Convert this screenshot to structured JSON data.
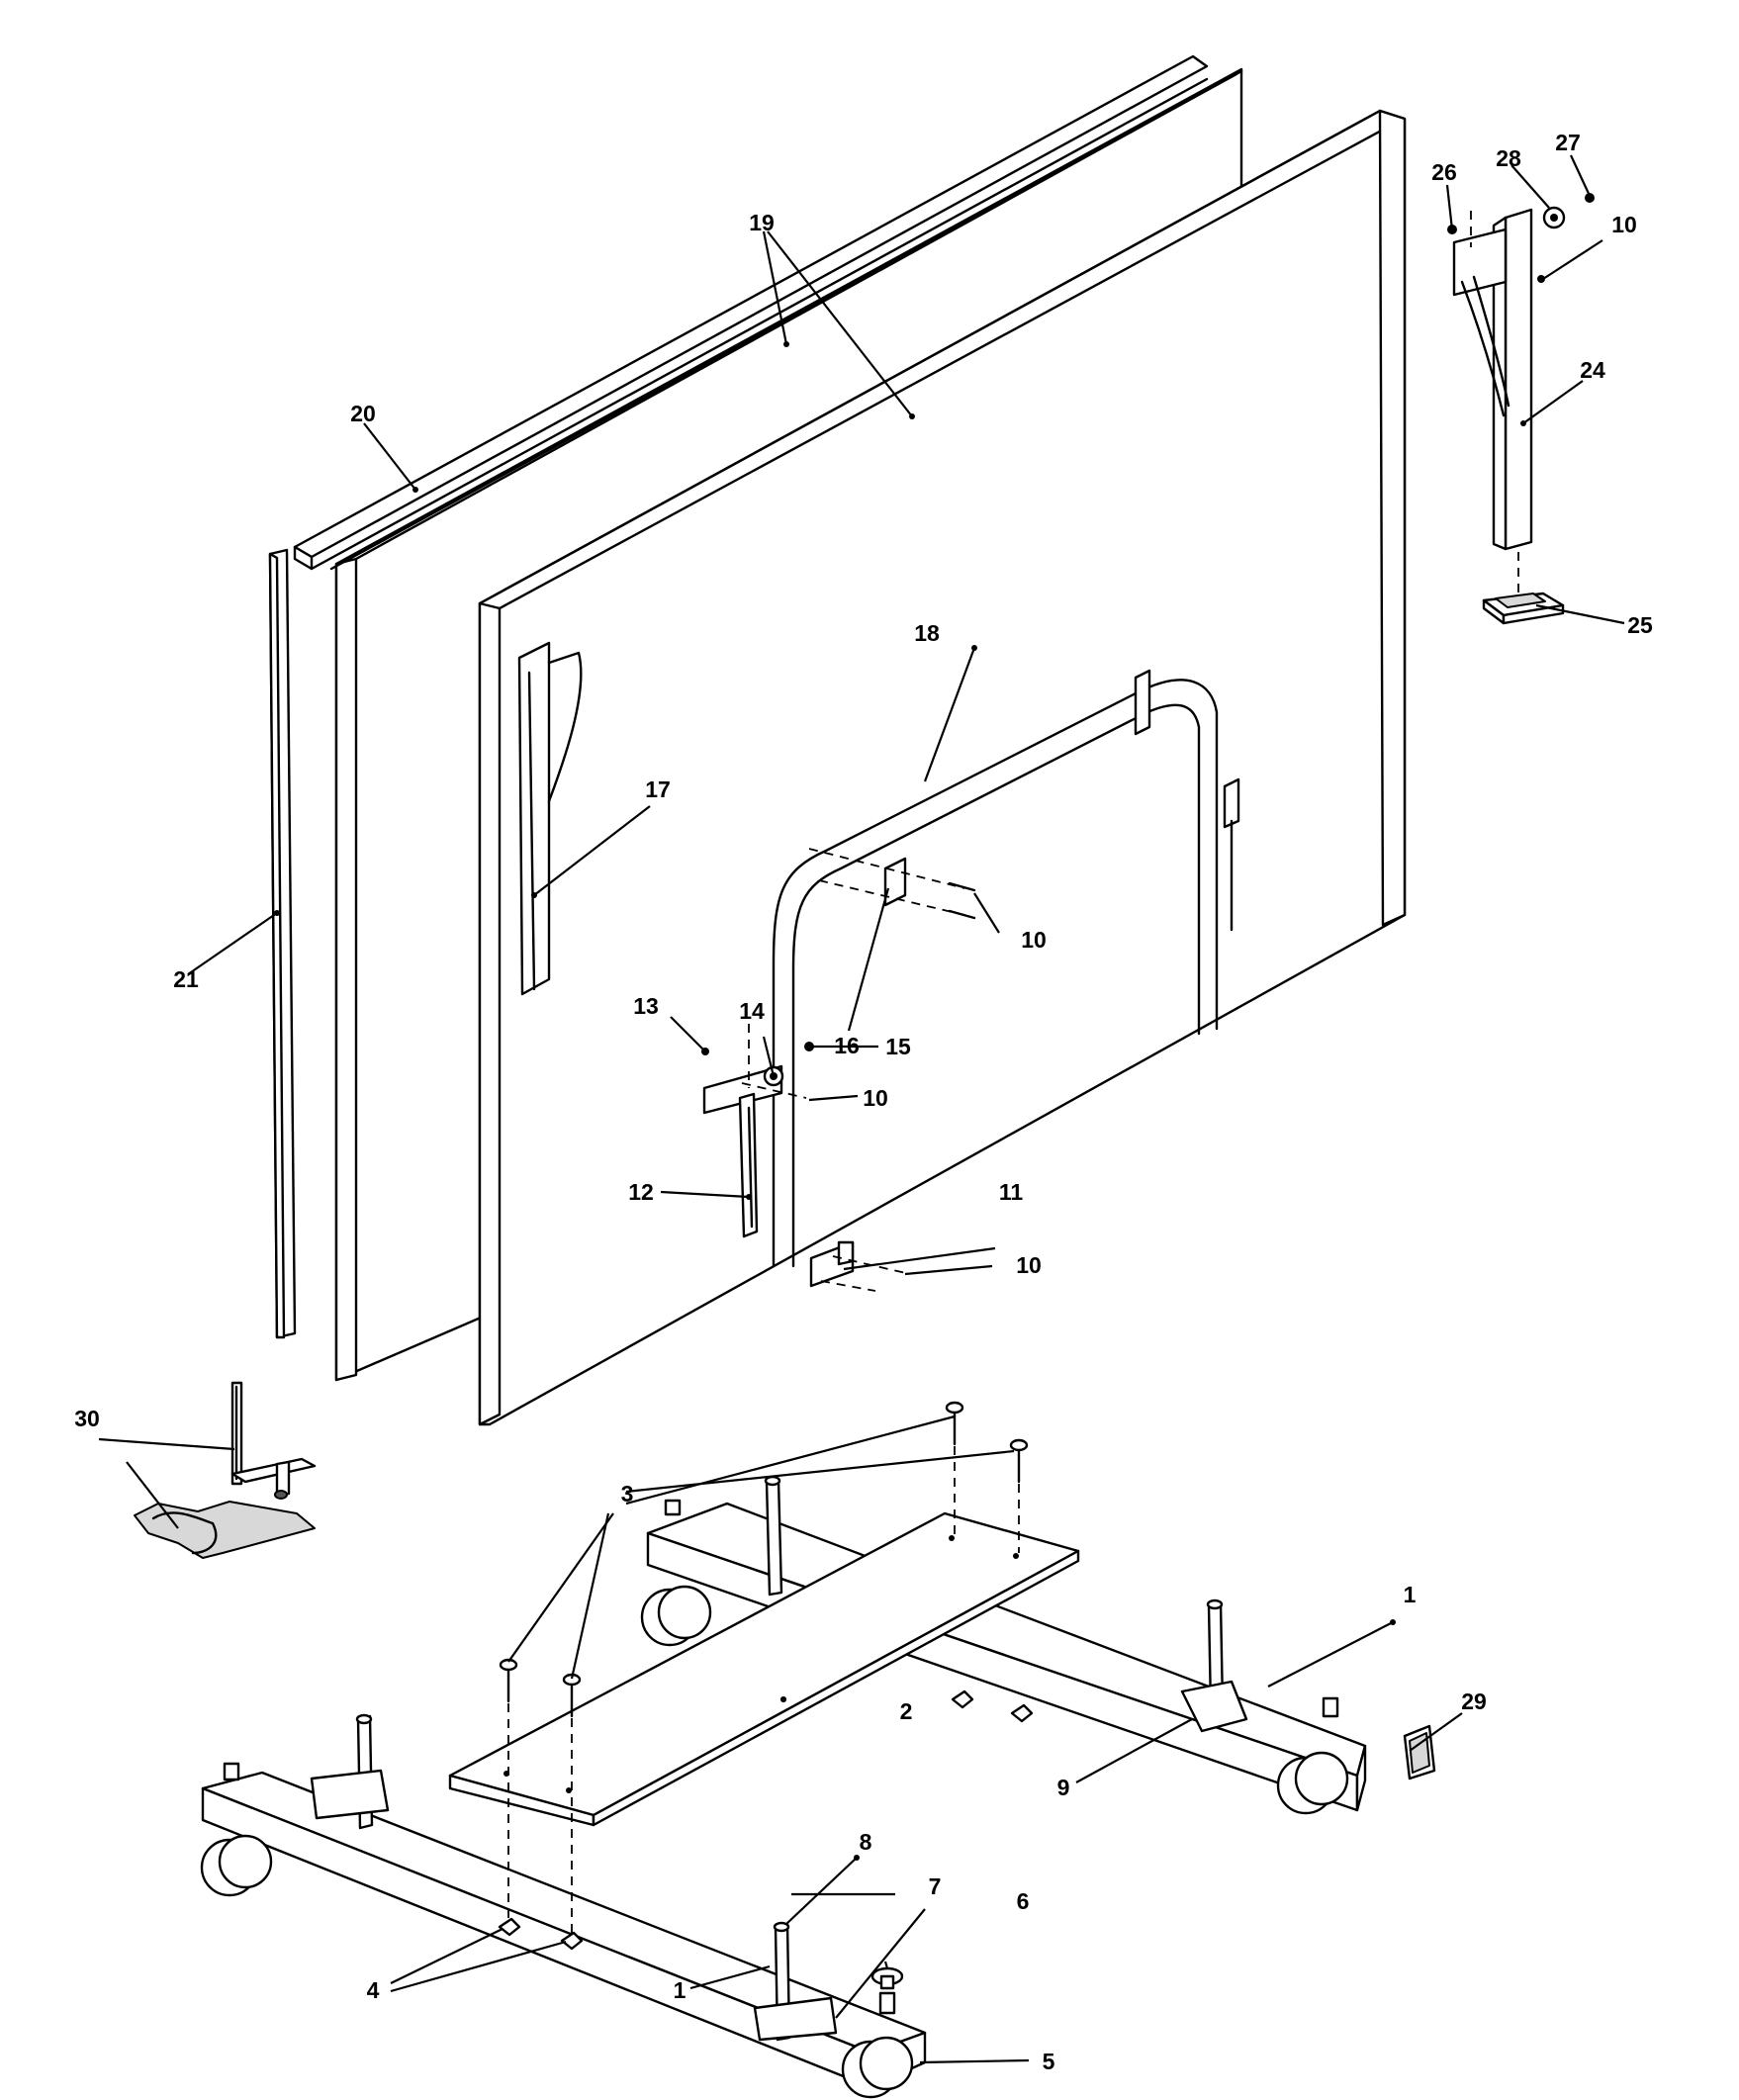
{
  "diagram": {
    "type": "exploded parts diagram",
    "labels": {
      "l1a": "1",
      "l1b": "1",
      "l2": "2",
      "l3": "3",
      "l4": "4",
      "l5": "5",
      "l6": "6",
      "l7": "7",
      "l8": "8",
      "l9": "9",
      "l10a": "10",
      "l10b": "10",
      "l10c": "10",
      "l10d": "10",
      "l11": "11",
      "l12": "12",
      "l13": "13",
      "l14": "14",
      "l15": "15",
      "l16": "16",
      "l17": "17",
      "l18": "18",
      "l19": "19",
      "l20": "20",
      "l21": "21",
      "l24": "24",
      "l25": "25",
      "l26": "26",
      "l27": "27",
      "l28": "28",
      "l29": "29",
      "l30": "30"
    }
  }
}
